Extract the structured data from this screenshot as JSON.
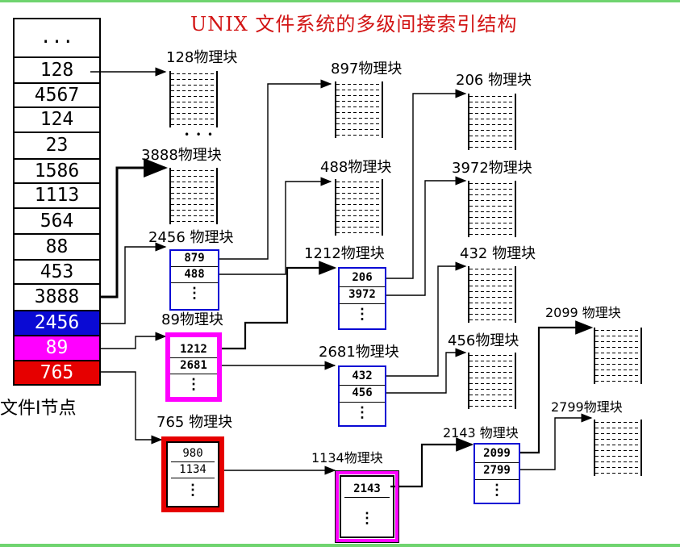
{
  "title": "UNIX 文件系统的多级间接索引结构",
  "inode": {
    "label": "文件I节点",
    "ellipsis": "...",
    "entries": [
      "128",
      "4567",
      "124",
      "23",
      "1586",
      "1113",
      "564",
      "88",
      "453",
      "3888"
    ],
    "single_indirect": "2456",
    "double_indirect": "89",
    "triple_indirect": "765"
  },
  "colors": {
    "single": "#0a0ad4",
    "double": "#ff00ff",
    "triple": "#e60000",
    "title": "#d21414",
    "frame": "#6fd46f"
  },
  "blocks": {
    "b128": "128物理块",
    "b3888": "3888物理块",
    "b2456": "2456 物理块",
    "b89": "89物理块",
    "b765": "765 物理块",
    "b897": "897物理块",
    "b488": "488物理块",
    "b1212": "1212物理块",
    "b2681": "2681物理块",
    "b1134": "1134物理块",
    "b206": "206 物理块",
    "b3972": "3972物理块",
    "b432": "432 物理块",
    "b456": "456物理块",
    "b2143": "2143 物理块",
    "b2099": "2099 物理块",
    "b2799": "2799物理块"
  },
  "entries": {
    "e2456": [
      "879",
      "488"
    ],
    "e89": [
      "1212",
      "2681"
    ],
    "e765": [
      "980",
      "1134"
    ],
    "e1212": [
      "206",
      "3972"
    ],
    "e2681": [
      "432",
      "456"
    ],
    "e1134": [
      "2143"
    ],
    "e2143": [
      "2099",
      "2799"
    ]
  },
  "ellipsis_mark": "⋮",
  "dots_mark": "• • •"
}
